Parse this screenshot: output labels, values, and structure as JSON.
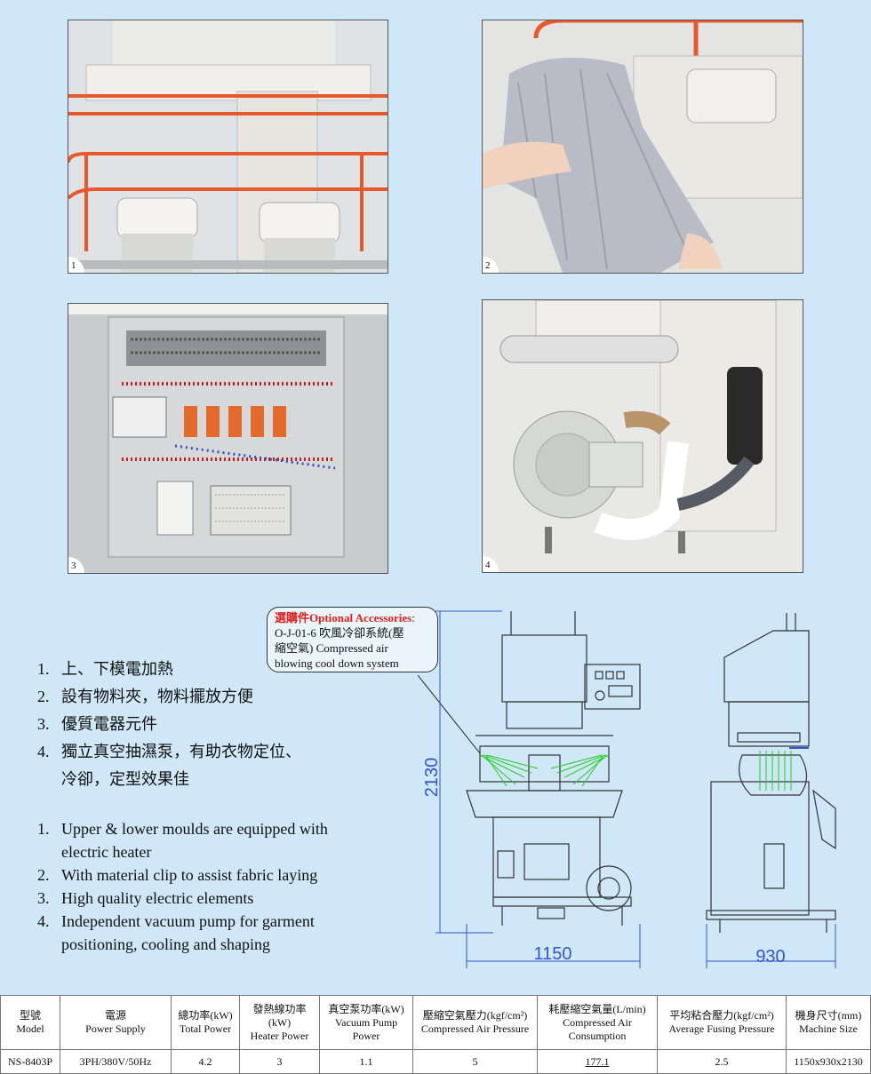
{
  "photos": [
    {
      "number": "1"
    },
    {
      "number": "2"
    },
    {
      "number": "3"
    },
    {
      "number": "4"
    }
  ],
  "features_zh": [
    {
      "n": "1.",
      "text": "上、下模電加熱"
    },
    {
      "n": "2.",
      "text": "設有物料夾，物料擺放方便"
    },
    {
      "n": "3.",
      "text": "優質電器元件"
    },
    {
      "n": "4.",
      "text": "獨立真空抽濕泵，有助衣物定位、",
      "cont": "冷卻，定型效果佳"
    }
  ],
  "features_en": [
    {
      "n": "1.",
      "text": "Upper & lower moulds are equipped with",
      "cont": "electric heater"
    },
    {
      "n": "2.",
      "text": "With material clip to assist fabric laying"
    },
    {
      "n": "3.",
      "text": "High quality electric elements"
    },
    {
      "n": "4.",
      "text": "Independent vacuum pump for  garment",
      "cont": "positioning, cooling and shaping"
    }
  ],
  "callout": {
    "title_zh": "選購件",
    "title_en": "Optional Accessories",
    "line1": "O-J-01-6 吹風冷卻系統(壓",
    "line2": "縮空氣) Compressed air",
    "line3": "blowing cool  down system"
  },
  "drawing": {
    "height_dim": "2130",
    "width_dim": "1150",
    "depth_dim": "930"
  },
  "table": {
    "headers": [
      {
        "zh": "型號",
        "en": "Model"
      },
      {
        "zh": "電源",
        "en": "Power Supply"
      },
      {
        "zh": "總功率(kW)",
        "en": "Total Power"
      },
      {
        "zh": "發熱線功率",
        "en": "(kW)",
        "en2": "Heater Power"
      },
      {
        "zh": "真空泵功率(kW)",
        "en": "Vacuum Pump",
        "en2": "Power"
      },
      {
        "zh": "壓縮空氣壓力(kgf/cm²)",
        "en": "Compressed Air Pressure"
      },
      {
        "zh": "耗壓縮空氣量(L/min)",
        "en": "Compressed Air",
        "en2": "Consumption"
      },
      {
        "zh": "平均粘合壓力(kgf/cm²)",
        "en": "Average Fusing Pressure"
      },
      {
        "zh": "機身尺寸(mm)",
        "en": "Machine Size"
      }
    ],
    "row": [
      "NS-8403P",
      "3PH/380V/50Hz",
      "4.2",
      "3",
      "1.1",
      "5",
      "177.1",
      "2.5",
      "1150x930x2130"
    ]
  },
  "colors": {
    "background": "#cfe7f7",
    "accent_orange": "#e8582a",
    "callout_red": "#e0201a",
    "dim_blue": "#3355cc",
    "spray_green": "#22cc22"
  }
}
